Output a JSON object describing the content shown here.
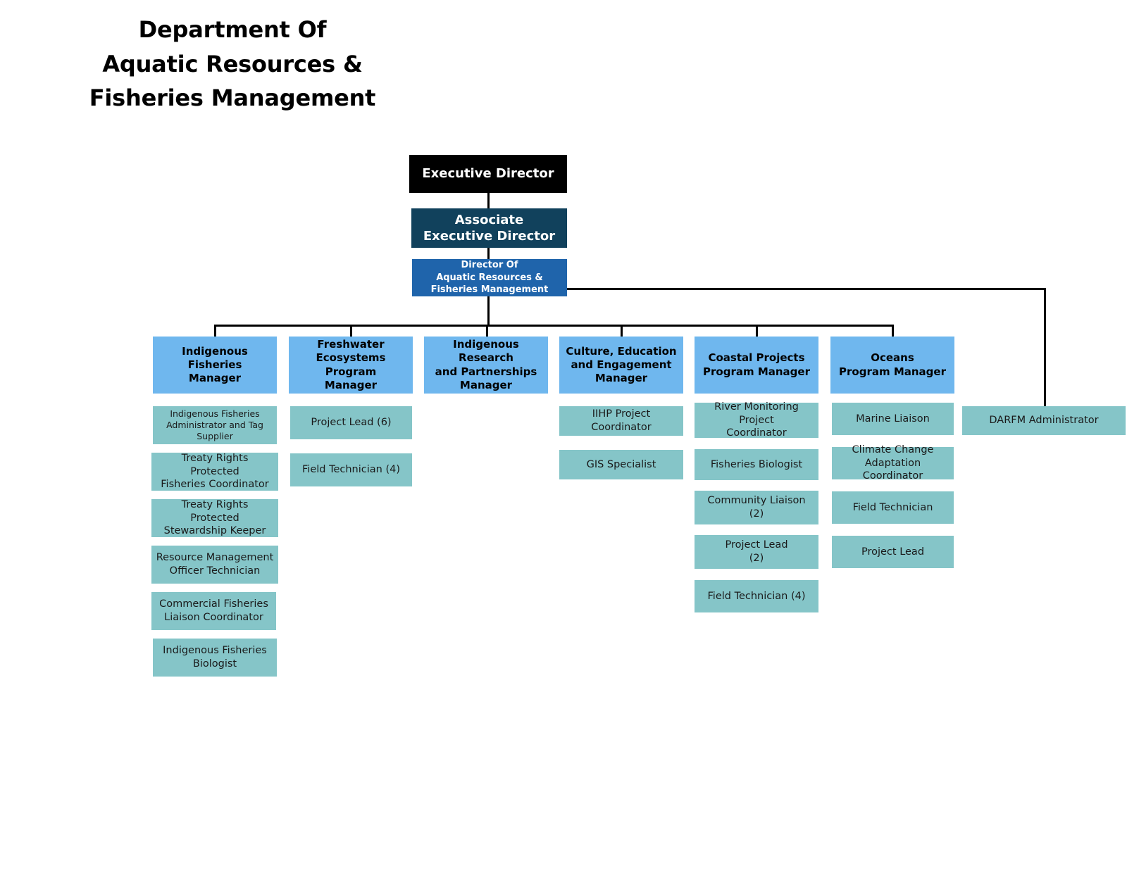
{
  "title": "Department Of\nAquatic Resources &\nFisheries Management",
  "colors": {
    "executive": "#000000",
    "associate": "#11415c",
    "director": "#1f64ab",
    "manager": "#6fb7ee",
    "staff": "#85c5c8",
    "connector": "#000000",
    "background": "#ffffff"
  },
  "top": {
    "executive_director": "Executive Director",
    "associate_executive_director": "Associate\nExecutive Director",
    "director": "Director Of\nAquatic Resources &\nFisheries Management"
  },
  "aside": {
    "darfm_administrator": "DARFM Administrator"
  },
  "columns": [
    {
      "manager": "Indigenous Fisheries\nManager",
      "staff": [
        "Indigenous Fisheries\nAdministrator and Tag\nSupplier",
        "Treaty Rights Protected\nFisheries Coordinator",
        "Treaty Rights Protected\nStewardship Keeper",
        "Resource Management\nOfficer Technician",
        "Commercial Fisheries\nLiaison Coordinator",
        "Indigenous Fisheries\nBiologist"
      ]
    },
    {
      "manager": "Freshwater\nEcosystems Program\nManager",
      "staff": [
        "Project Lead (6)",
        "Field Technician (4)"
      ]
    },
    {
      "manager": "Indigenous Research\nand Partnerships\nManager",
      "staff": []
    },
    {
      "manager": "Culture, Education\nand Engagement\nManager",
      "staff": [
        "IIHP Project Coordinator",
        "GIS Specialist"
      ]
    },
    {
      "manager": "Coastal Projects\nProgram Manager",
      "staff": [
        "River Monitoring Project\nCoordinator",
        "Fisheries Biologist",
        "Community Liaison\n(2)",
        "Project Lead\n(2)",
        "Field Technician (4)"
      ]
    },
    {
      "manager": "Oceans\nProgram Manager",
      "staff": [
        "Marine Liaison",
        "Climate Change\nAdaptation Coordinator",
        "Field Technician",
        "Project Lead"
      ]
    }
  ]
}
